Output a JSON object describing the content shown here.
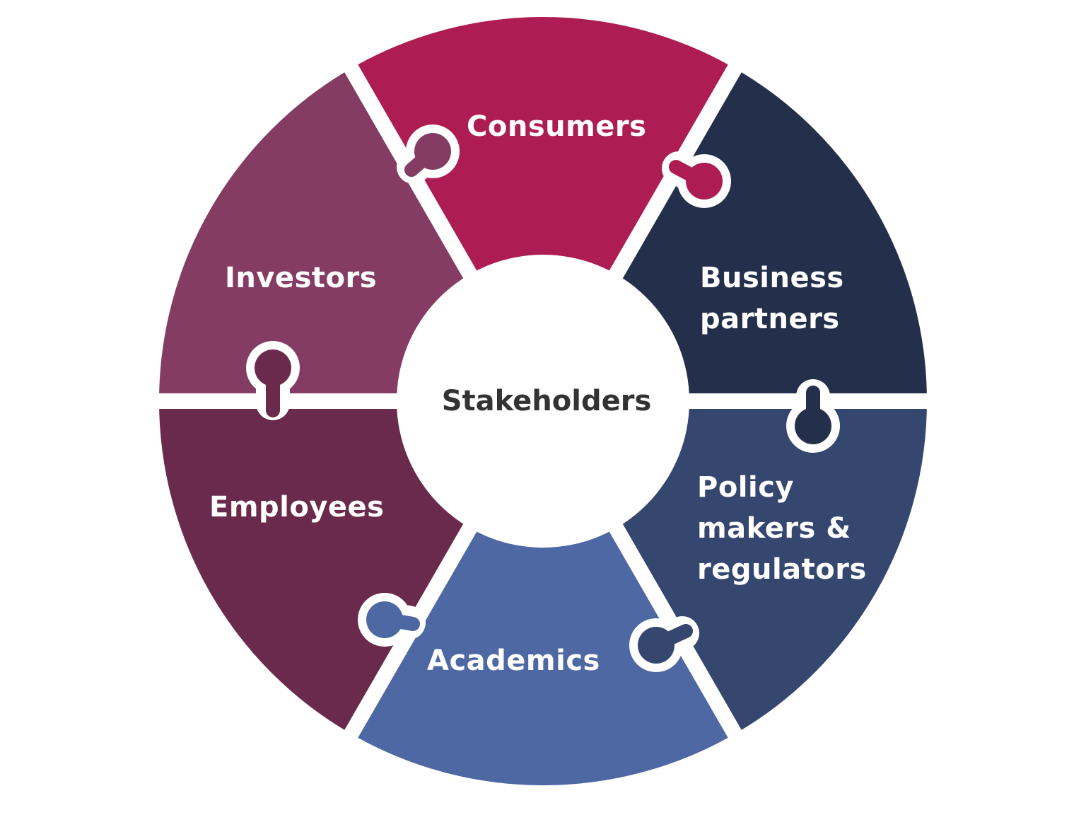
{
  "diagram": {
    "title": "Stakeholders",
    "center_label": "Stakeholders",
    "colors": {
      "background": "#ffffff",
      "seam": "#ffffff",
      "center_text": "#333333",
      "label_text": "#ffffff"
    },
    "segments": [
      {
        "id": "consumers",
        "lines": [
          "Consumers"
        ],
        "color": "#AD1D53"
      },
      {
        "id": "business-partners",
        "lines": [
          "Business",
          "partners"
        ],
        "color": "#24304B"
      },
      {
        "id": "policy-makers",
        "lines": [
          "Policy",
          "makers &",
          "regulators"
        ],
        "color": "#35466F"
      },
      {
        "id": "academics",
        "lines": [
          "Academics"
        ],
        "color": "#4E68A3"
      },
      {
        "id": "employees",
        "lines": [
          "Employees"
        ],
        "color": "#6A2A4B"
      },
      {
        "id": "investors",
        "lines": [
          "Investors"
        ],
        "color": "#843C63"
      }
    ]
  }
}
